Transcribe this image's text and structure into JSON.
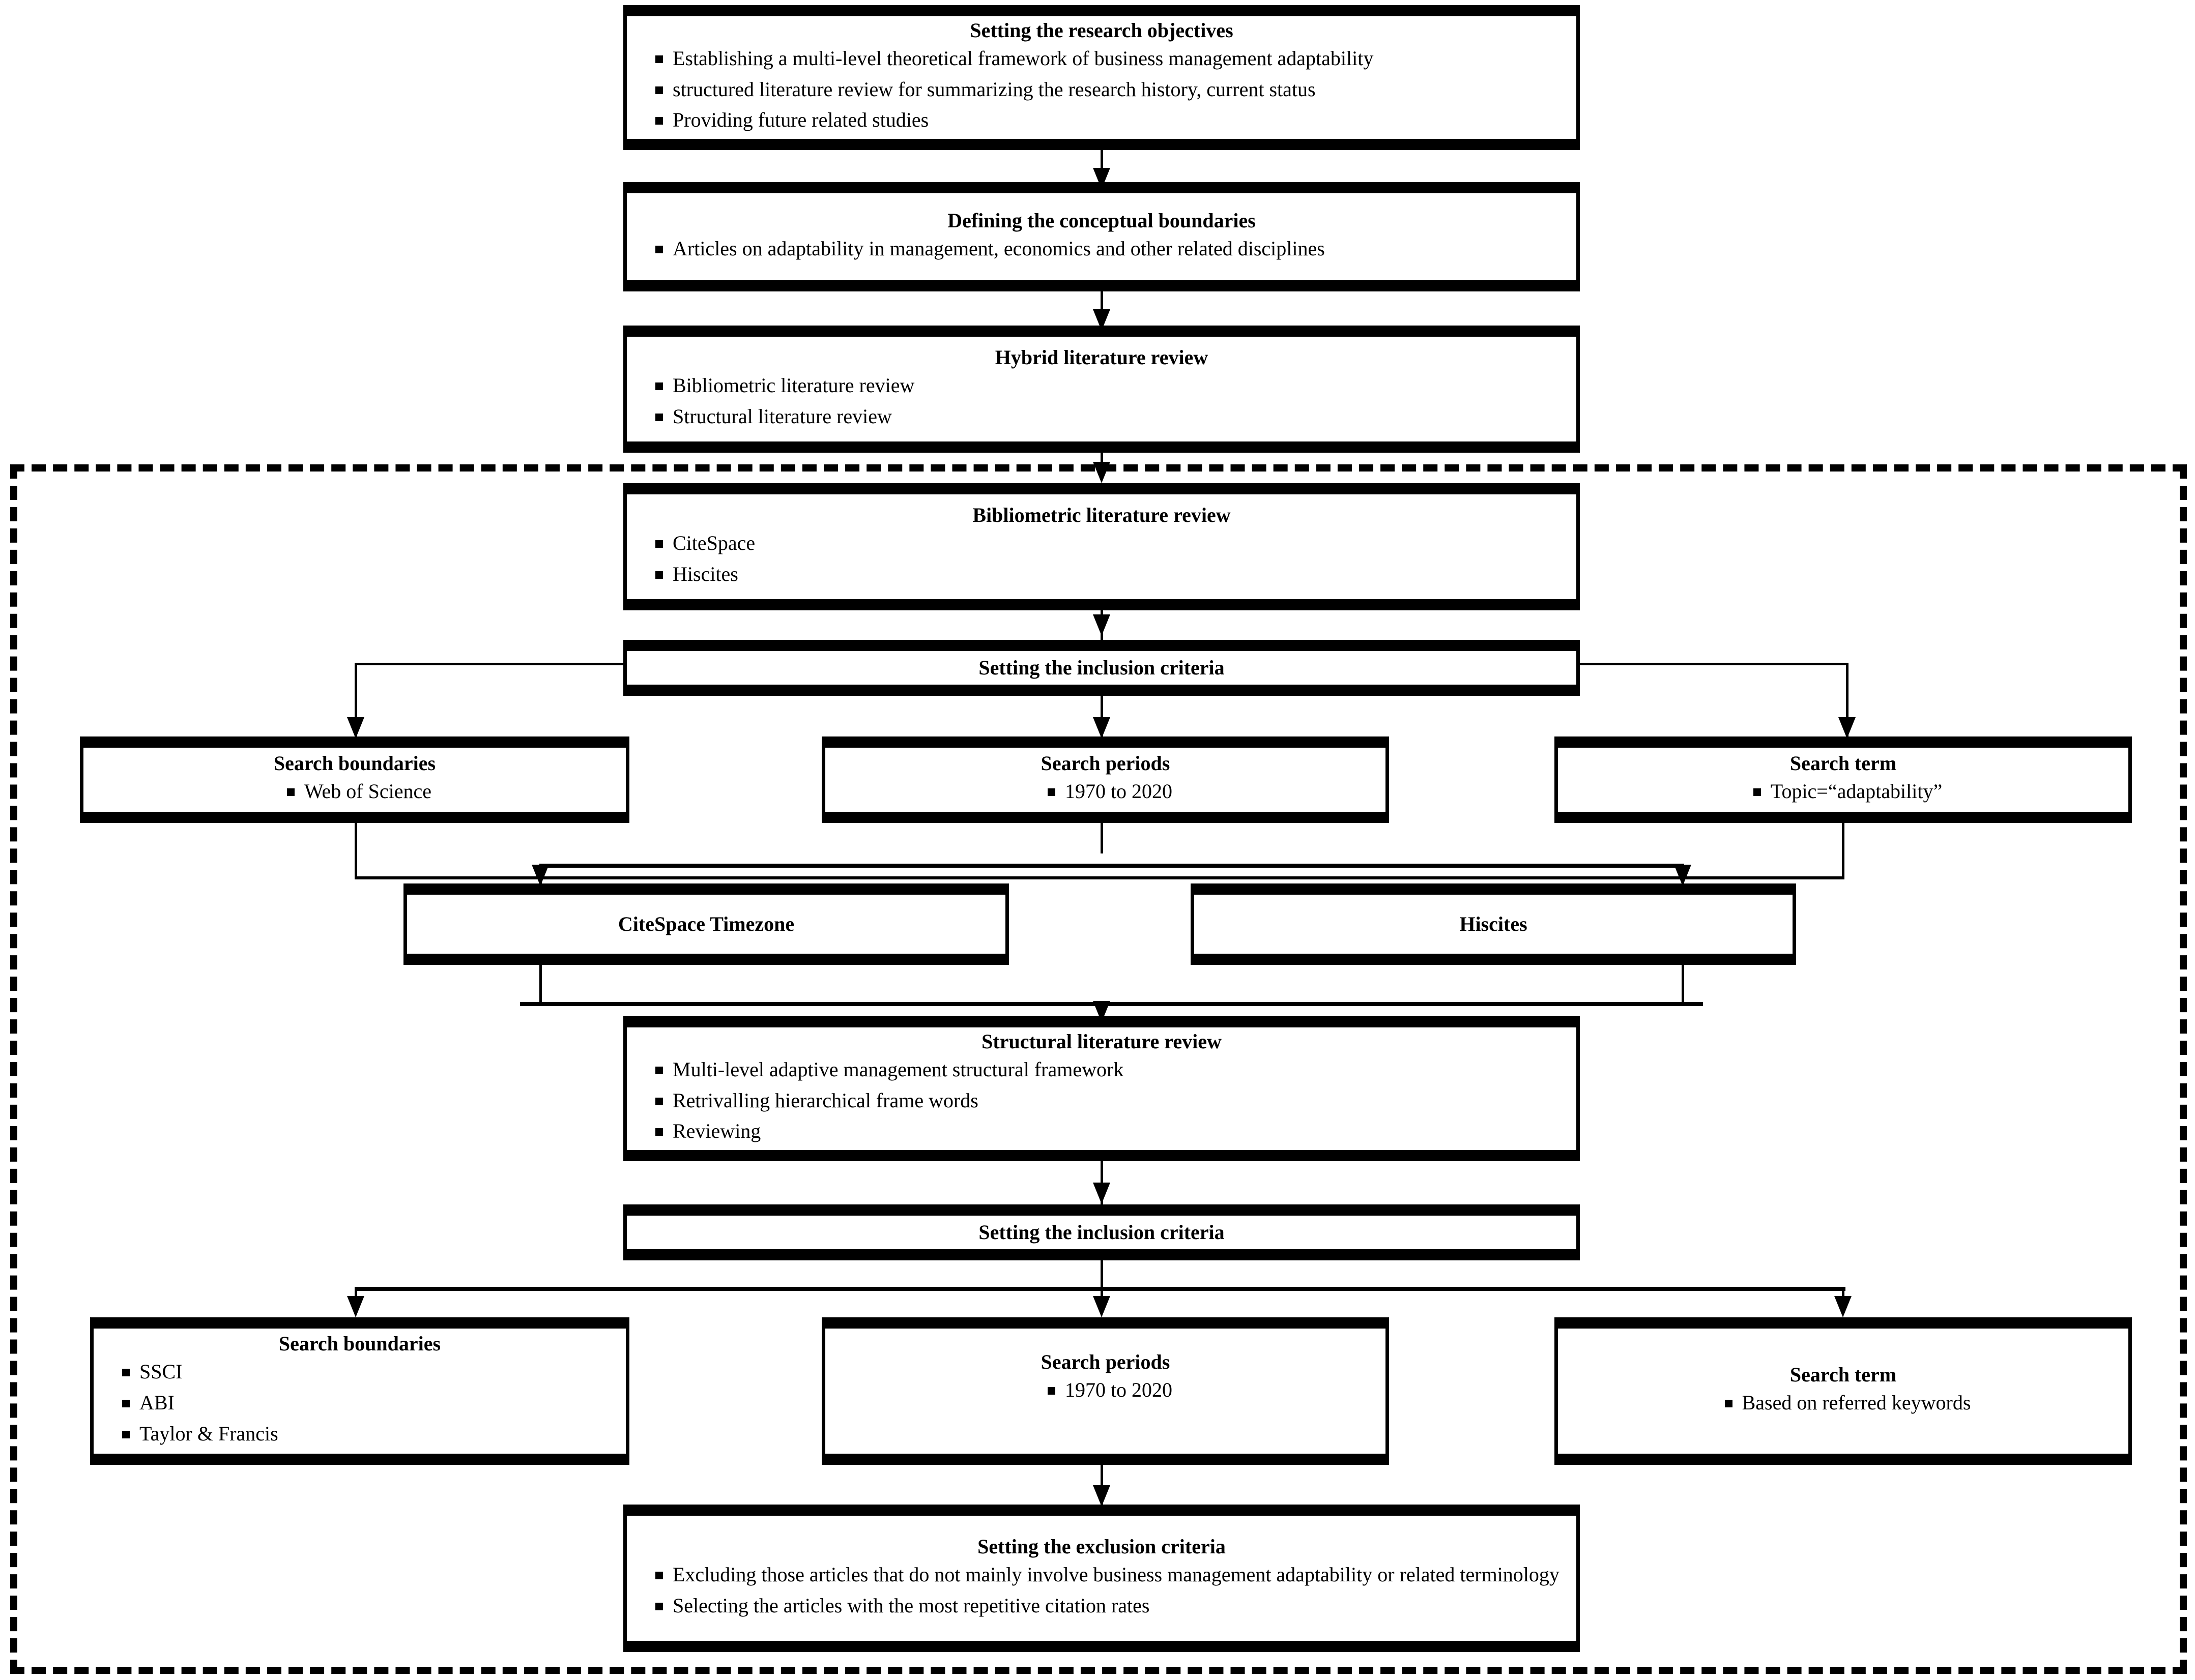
{
  "diagram": {
    "title": "Hybrid literature review methodology flowchart",
    "dashed_region_label": "hybrid-review-scope"
  },
  "nodes": {
    "research_objectives": {
      "title": "Setting the research objectives",
      "bullets": [
        "Establishing a multi-level theoretical framework of business management adaptability",
        "structured literature review for summarizing the research history, current status",
        "Providing future related studies"
      ]
    },
    "conceptual_boundaries": {
      "title": "Defining the conceptual boundaries",
      "bullets": [
        "Articles on adaptability in management, economics and other related disciplines"
      ]
    },
    "hybrid_review": {
      "title": "Hybrid literature review",
      "bullets": [
        "Bibliometric literature review",
        "Structural literature review"
      ]
    },
    "bibliometric_review": {
      "title": "Bibliometric literature review",
      "bullets": [
        "CiteSpace",
        "Hiscites"
      ]
    },
    "inclusion_criteria_1": {
      "title": "Setting the inclusion criteria"
    },
    "search_boundaries_1": {
      "title": "Search boundaries",
      "bullets": [
        "Web of Science"
      ]
    },
    "search_periods_1": {
      "title": "Search periods",
      "bullets": [
        "1970 to 2020"
      ]
    },
    "search_term_1": {
      "title": "Search term",
      "bullets": [
        "Topic=“adaptability”"
      ]
    },
    "citespace_timezone": {
      "title": "CiteSpace Timezone"
    },
    "hiscites": {
      "title": "Hiscites"
    },
    "structural_review": {
      "title": "Structural literature review",
      "bullets": [
        "Multi-level adaptive management structural framework",
        "Retrivalling hierarchical frame words",
        "Reviewing"
      ]
    },
    "inclusion_criteria_2": {
      "title": "Setting the inclusion criteria"
    },
    "search_boundaries_2": {
      "title": "Search boundaries",
      "bullets": [
        "SSCI",
        "ABI",
        "Taylor & Francis"
      ]
    },
    "search_periods_2": {
      "title": "Search periods",
      "bullets": [
        "1970 to 2020"
      ]
    },
    "search_term_2": {
      "title": "Search term",
      "bullets": [
        "Based on referred keywords"
      ]
    },
    "exclusion_criteria": {
      "title": "Setting the exclusion criteria",
      "bullets": [
        "Excluding those articles that do not mainly involve business management adaptability or related terminology",
        "Selecting the articles with the most repetitive citation rates"
      ]
    }
  },
  "colors": {
    "stroke": "#000000",
    "fill": "#ffffff"
  }
}
